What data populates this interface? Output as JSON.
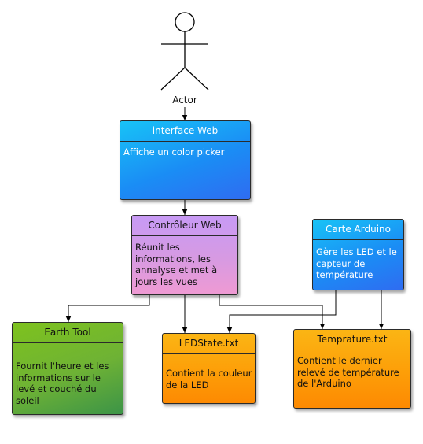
{
  "actor": {
    "label": "Actor"
  },
  "nodes": {
    "interface_web": {
      "title": "interface Web",
      "lines": [
        "Affiche un color picker"
      ]
    },
    "controleur_web": {
      "title": "Contrôleur Web",
      "lines": [
        "Réunit les",
        "informations, les",
        "annalyse et met à",
        "jours les vues"
      ]
    },
    "carte_arduino": {
      "title": "Carte Arduino",
      "lines": [
        "Gère les LED et le",
        "capteur de",
        "température"
      ]
    },
    "earth_tool": {
      "title": "Earth Tool",
      "lines": [
        "Fournit l'heure et les",
        "informations sur le",
        "levé et couché du soleil"
      ]
    },
    "ledstate": {
      "title": "LEDState.txt",
      "lines": [
        "Contient la couleur",
        "de la LED"
      ]
    },
    "temprature": {
      "title": "Temprature.txt",
      "lines": [
        "Contient le dernier",
        "relevé de température",
        "de l'Arduino"
      ]
    }
  },
  "colors": {
    "line": "#000000",
    "box_border": "#2b2b2b",
    "blue": "#1a8df5",
    "purple": "#d79ae2",
    "green": "#6eb235",
    "orange": "#fd9e08"
  }
}
